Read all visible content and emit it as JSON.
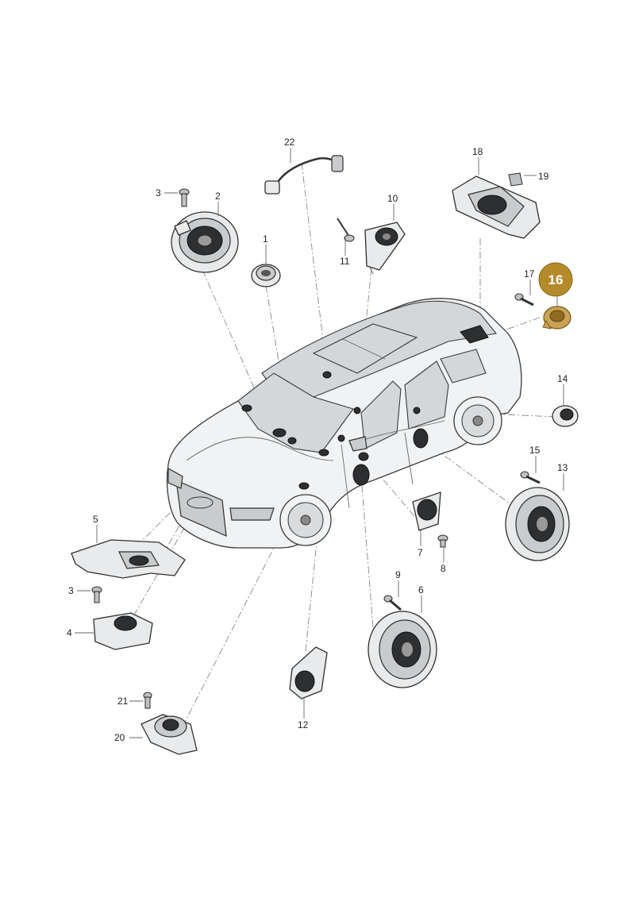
{
  "diagram": {
    "highlight_color": "#b58a2a",
    "callouts": [
      {
        "id": "c1",
        "text": "1"
      },
      {
        "id": "c2",
        "text": "2"
      },
      {
        "id": "c3a",
        "text": "3"
      },
      {
        "id": "c3b",
        "text": "3"
      },
      {
        "id": "c4",
        "text": "4"
      },
      {
        "id": "c5",
        "text": "5"
      },
      {
        "id": "c6",
        "text": "6"
      },
      {
        "id": "c7",
        "text": "7"
      },
      {
        "id": "c8",
        "text": "8"
      },
      {
        "id": "c9",
        "text": "9"
      },
      {
        "id": "c10",
        "text": "10"
      },
      {
        "id": "c11",
        "text": "11"
      },
      {
        "id": "c12",
        "text": "12"
      },
      {
        "id": "c13",
        "text": "13"
      },
      {
        "id": "c14",
        "text": "14"
      },
      {
        "id": "c15",
        "text": "15"
      },
      {
        "id": "c16",
        "text": "16"
      },
      {
        "id": "c17",
        "text": "17"
      },
      {
        "id": "c18",
        "text": "18"
      },
      {
        "id": "c19",
        "text": "19"
      },
      {
        "id": "c20",
        "text": "20"
      },
      {
        "id": "c21",
        "text": "21"
      },
      {
        "id": "c22",
        "text": "22"
      }
    ]
  }
}
